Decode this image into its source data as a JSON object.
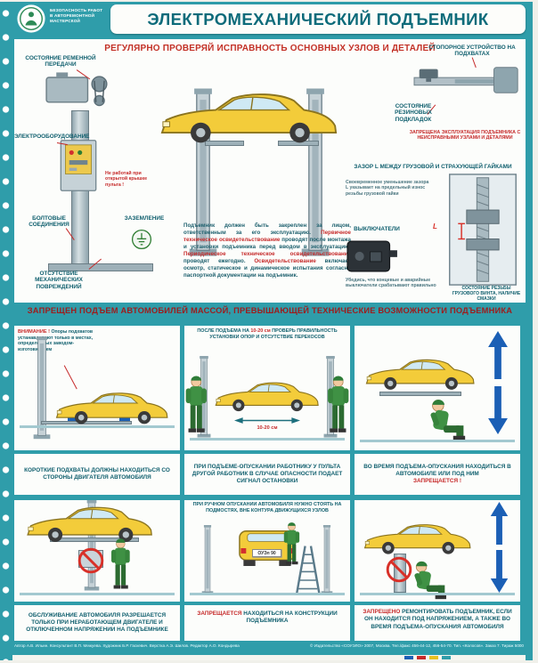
{
  "palette": {
    "bg": "#2f9daa",
    "panel": "#fcfdfb",
    "teal_text": "#11606f",
    "red": "#c62a2a",
    "banner_red": "#9e1c1c",
    "blue": "#1b5fb5",
    "car_yellow": "#f3cc3a"
  },
  "header": {
    "logo_caption": "БЕЗОПАСНОСТЬ РАБОТ\nВ АВТОРЕМОНТНОЙ\nМАСТЕРСКОЙ",
    "title": "ЭЛЕКТРОМЕХАНИЧЕСКИЙ ПОДЪЕМНИК"
  },
  "top_panel": {
    "heading": "РЕГУЛЯРНО ПРОВЕРЯЙ ИСПРАВНОСТЬ ОСНОВНЫХ УЗЛОВ И ДЕТАЛЕЙ",
    "labels": {
      "belt": "СОСТОЯНИЕ РЕМЕННОЙ ПЕРЕДАЧИ",
      "electrical": "ЭЛЕКТРООБОРУДОВАНИЕ",
      "electrical_warning": "Не работай при открытой крышке пульта !",
      "bolts": "БОЛТОВЫЕ СОЕДИНЕНИЯ",
      "grounding": "ЗАЗЕМЛЕНИЕ",
      "no_damage": "ОТСУТСТВИЕ МЕХАНИЧЕСКИХ ПОВРЕЖДЕНИЙ",
      "stopper": "СТОПОРНОЕ УСТРОЙСТВО НА ПОДХВАТАХ",
      "rubber_pads": "СОСТОЯНИЕ РЕЗИНОВЫХ ПОДКЛАДОК",
      "ban_note": "ЗАПРЕЩЕНА ЭКСПЛУАТАЦИЯ ПОДЪЕМНИКА С НЕИСПРАВНЫМИ УЗЛАМИ И ДЕТАЛЯМИ",
      "gap": "ЗАЗОР L МЕЖДУ ГРУЗОВОЙ И СТРАХУЮЩЕЙ ГАЙКАМИ",
      "gap_letter": "L",
      "gap_note": "Своевременное уменьшение зазора L указывает на предельный износ резьбы грузовой гайки",
      "switches": "ВЫКЛЮЧАТЕЛИ",
      "switches_note": "Убедись, что концевые и аварийные выключатели срабатывают правильно",
      "screw_thread": "СОСТОЯНИЕ РЕЗЬБЫ ГРУЗОВОГО ВИНТА, НАЛИЧИЕ СМАЗКИ"
    },
    "paragraph": {
      "s1": "Подъемник должен быть закреплен за лицом, ответственным за его эксплуатацию. ",
      "s2": "Первичное техническое освидетельствование",
      "s3": " проводят после монтажа и установки подъемника перед вводом в эксплуатацию. ",
      "s4": "Периодическое техническое освидетельствование",
      "s5": " проводят ежегодно. ",
      "s6": "Освидетельствование",
      "s7": " включает осмотр, статическое и динамическое испытания согласно паспортной документации на подъемник."
    }
  },
  "ban_banner": "ЗАПРЕЩЕН ПОДЪЕМ АВТОМОБИЛЕЙ МАССОЙ, ПРЕВЫШАЮЩЕЙ ТЕХНИЧЕСКИЕ ВОЗМОЖНОСТИ ПОДЪЕМНИКА",
  "panels": {
    "m1": {
      "warning_title": "ВНИМАНИЕ !",
      "warning_text": "Опоры подхватов устанавливают только в местах, определенных заводом-изготовителем",
      "caption": "КОРОТКИЕ ПОДХВАТЫ ДОЛЖНЫ НАХОДИТЬСЯ СО СТОРОНЫ ДВИГАТЕЛЯ АВТОМОБИЛЯ"
    },
    "m2": {
      "note_1": "ПОСЛЕ ПОДЪЕМА НА ",
      "note_red": "10-20 см",
      "note_2": " ПРОВЕРЬ ПРАВИЛЬНОСТЬ УСТАНОВКИ ОПОР И ОТСУТСТВИЕ ПЕРЕКОСОВ",
      "measure": "10-20 см",
      "caption": "ПРИ ПОДЪЕМЕ-ОПУСКАНИИ РАБОТНИКУ У ПУЛЬТА ДРУГОЙ РАБОТНИК В СЛУЧАЕ ОПАСНОСТИ ПОДАЕТ СИГНАЛ ОСТАНОВКИ"
    },
    "m3": {
      "caption": "ВО ВРЕМЯ ПОДЪЕМА-ОПУСКАНИЯ НАХОДИТЬСЯ В АВТОМОБИЛЕ ИЛИ ПОД НИМ",
      "caption_red": "ЗАПРЕЩАЕТСЯ !"
    },
    "b1": {
      "caption": "ОБСЛУЖИВАНИЕ АВТОМОБИЛЯ РАЗРЕШАЕТСЯ ТОЛЬКО ПРИ НЕРАБОТАЮЩЕМ ДВИГАТЕЛЕ И ОТКЛЮЧЕННОМ НАПРЯЖЕНИИ НА ПОДЪЕМНИКЕ"
    },
    "b2": {
      "note": "ПРИ РУЧНОМ ОПУСКАНИИ АВТОМОБИЛЯ НУЖНО СТОЯТЬ НА ПОДМОСТЯХ, ВНЕ КОНТУРА ДВИЖУЩИХСЯ УЗЛОВ",
      "plate": "ОУЭл 90",
      "caption_red": "ЗАПРЕЩАЕТСЯ",
      "caption": " НАХОДИТЬСЯ НА КОНСТРУКЦИИ ПОДЪЕМНИКА"
    },
    "b3": {
      "caption_red": "ЗАПРЕЩЕНО",
      "caption": " РЕМОНТИРОВАТЬ ПОДЪЕМНИК, ЕСЛИ ОН НАХОДИТСЯ ПОД НАПРЯЖЕНИЕМ, А ТАКЖЕ ВО ВРЕМЯ ПОДЪЕМА-ОПУСКАНИЯ АВТОМОБИЛЯ"
    }
  },
  "footer": {
    "credits": "Автор А.В. Ильин.  Консультант В.П. Межуева.  Художник Б.Р. Гаскевич.  Верстка А.Э. Шилов.  Редактор А.О. Кондырева",
    "publisher": "© Издательство «СОУЭЛО» 2007, Москва.  Тел./факс 456-44-12, 456-54-70.  Тип. «Колосов».  Заказ 7.  Тираж 5000"
  }
}
